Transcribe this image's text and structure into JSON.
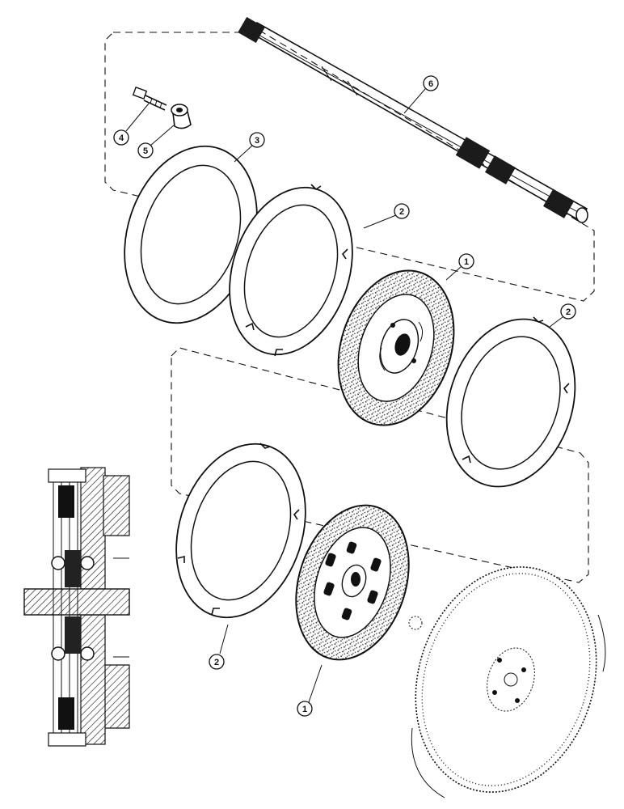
{
  "callouts": {
    "c1_upper": "1",
    "c1_lower": "1",
    "c2_upper": "2",
    "c2_right": "2",
    "c2_lower": "2",
    "c3": "3",
    "c4": "4",
    "c5": "5",
    "c6": "6"
  }
}
